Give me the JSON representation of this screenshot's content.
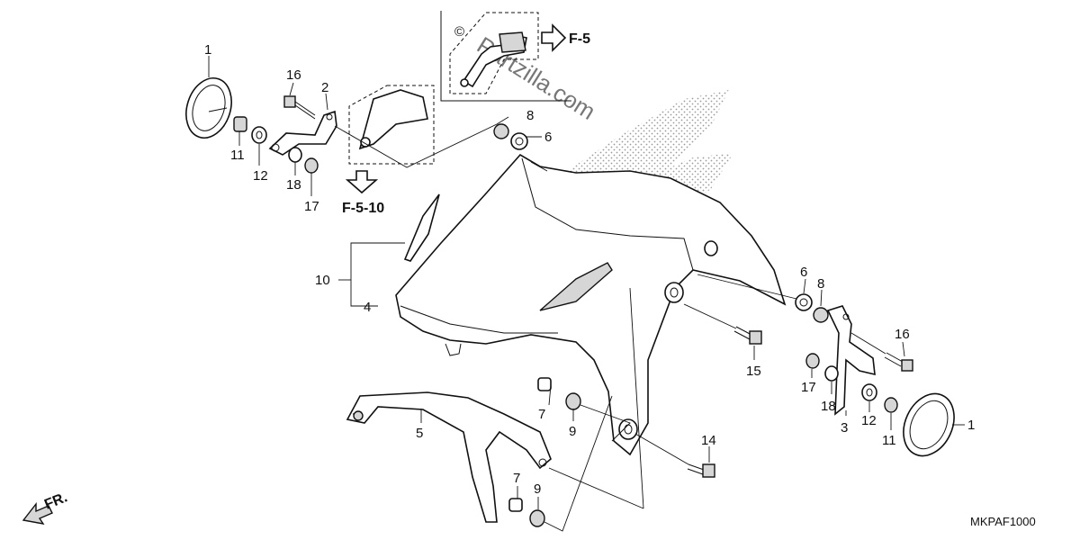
{
  "diagram": {
    "diagram_code": "MKPAF1000",
    "direction_label": "FR.",
    "watermark": "Partzilla.com",
    "copyright_symbol": "©",
    "ref_upper": "F-5",
    "ref_lower": "F-5-10",
    "callouts": {
      "c1_left": "1",
      "c11_left": "11",
      "c12_left": "12",
      "c16_left": "16",
      "c2": "2",
      "c18_left": "18",
      "c17_left": "17",
      "c8_top": "8",
      "c6_top": "6",
      "c10": "10",
      "c4": "4",
      "c5": "5",
      "c7_mid": "7",
      "c9_mid": "9",
      "c7_low": "7",
      "c9_low": "9",
      "c15": "15",
      "c14": "14",
      "c6_right": "6",
      "c8_right": "8",
      "c16_right": "16",
      "c17_right": "17",
      "c18_right": "18",
      "c3": "3",
      "c12_right": "12",
      "c11_right": "11",
      "c1_right": "1"
    }
  }
}
